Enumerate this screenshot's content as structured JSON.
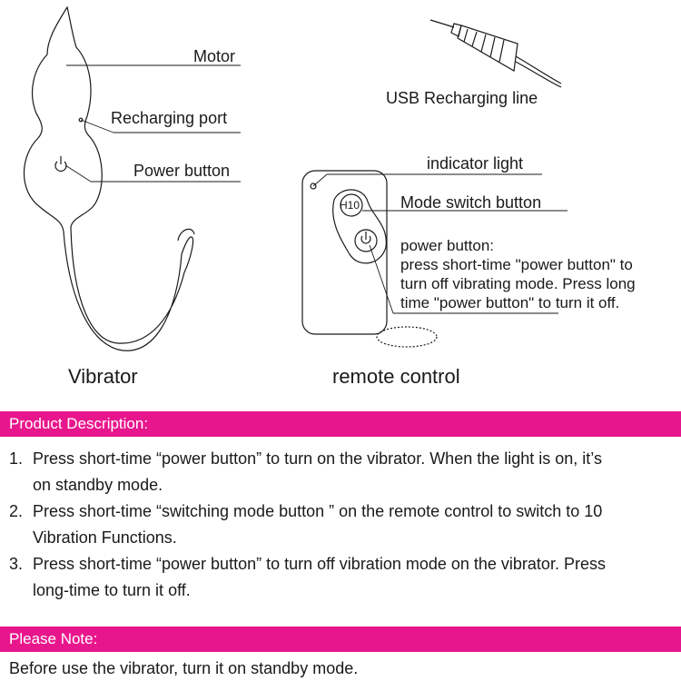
{
  "diagram": {
    "vibrator": {
      "labels": {
        "motor": "Motor",
        "recharging_port": "Recharging port",
        "power_button": "Power button"
      },
      "caption": "Vibrator"
    },
    "usb": {
      "label": "USB Recharging line"
    },
    "remote": {
      "labels": {
        "indicator_light": "indicator light",
        "mode_switch": "Mode switch button",
        "mode_button_text": "H10",
        "power_title": "power  button:",
        "power_line1": "press short-time \"power button\" to",
        "power_line2": "turn off vibrating mode. Press long",
        "power_line3": "time \"power button\" to turn it off."
      },
      "caption": "remote control"
    }
  },
  "description": {
    "header": "Product Description:",
    "items": [
      {
        "num": "1.",
        "line1": "Press short-time “power button” to turn on the vibrator. When the light is on, it’s",
        "line2": "on   standby mode."
      },
      {
        "num": "2.",
        "line1": "Press short-time “switching mode button ” on the remote control to switch to 10",
        "line2": "Vibration Functions."
      },
      {
        "num": "3.",
        "line1": "Press short-time “power button” to turn off vibration mode on the vibrator. Press",
        "line2": "long-time to turn it off."
      }
    ]
  },
  "note": {
    "header": "Please Note:",
    "text": "Before use the vibrator, turn it on standby mode."
  },
  "colors": {
    "accent": "#e8168c",
    "line": "#1a1a1a"
  }
}
